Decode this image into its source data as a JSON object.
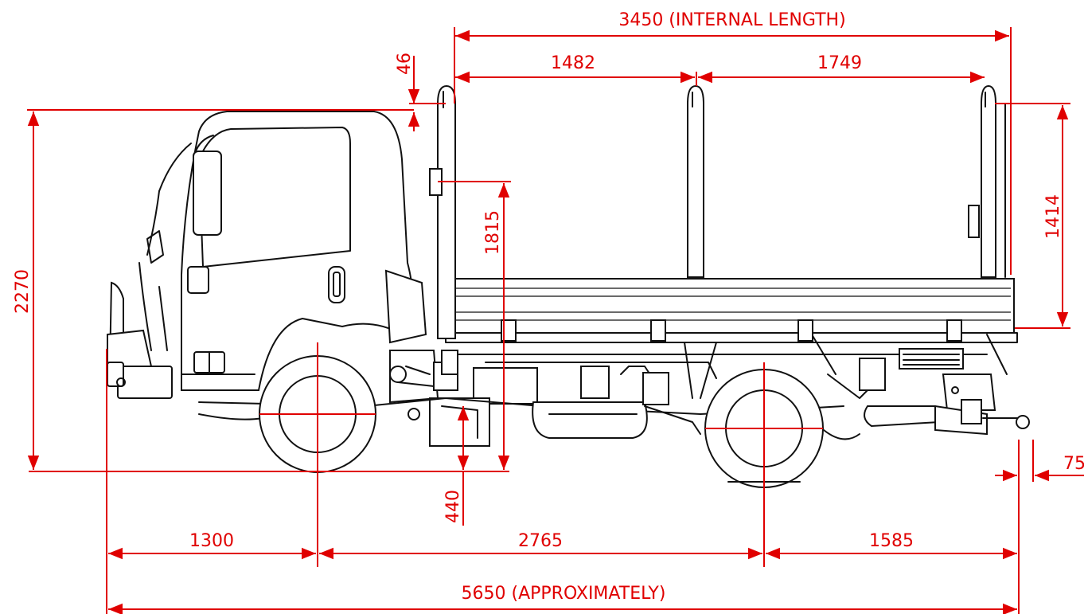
{
  "drawing": {
    "type": "truck side elevation",
    "colors": {
      "dimension": "#e00000",
      "ink": "#111111",
      "background": "#ffffff"
    }
  },
  "dimensions": {
    "internal_length": "3450  (INTERNAL LENGTH)",
    "front_bay": "1482",
    "rear_bay": "1749",
    "rail_rise": "46",
    "overall_height": "2270",
    "headboard_height": "1815",
    "rail_height": "1414",
    "ground_clearance": "440",
    "rear_overhang_step": "75",
    "front_overhang": "1300",
    "wheelbase": "2765",
    "rear_overhang": "1585",
    "overall_length": "5650  (APPROXIMATELY)"
  }
}
